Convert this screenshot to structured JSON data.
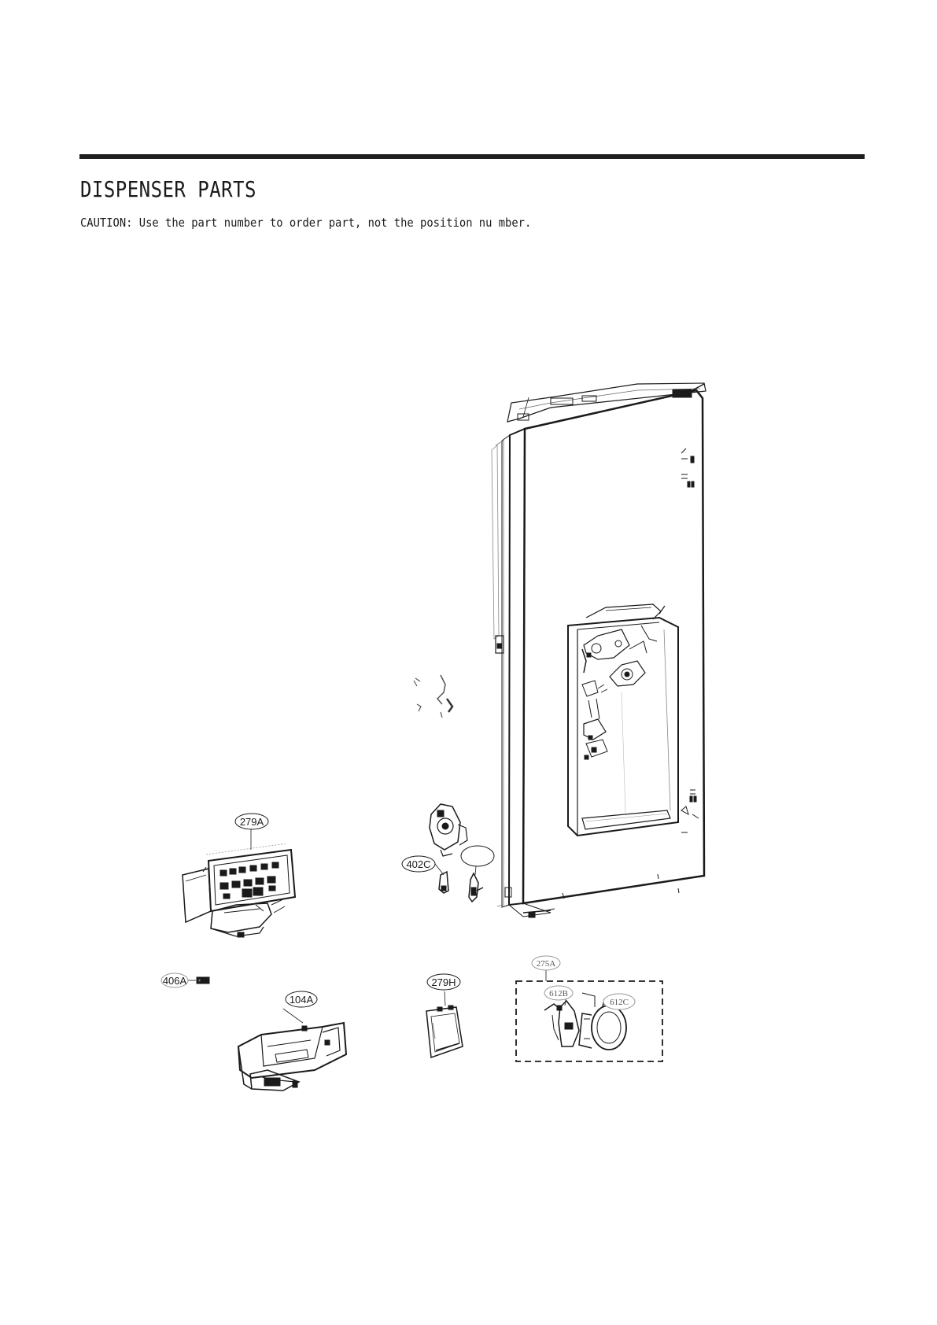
{
  "header": {
    "title": "DISPENSER PARTS",
    "caution": "CAUTION: Use the part number to order part, not the position nu mber."
  },
  "callouts": {
    "c279A": "279A",
    "c402C": "402C",
    "c402blank": "",
    "c406A": "406A",
    "c104A": "104A",
    "c279H": "279H",
    "c275A": "275A",
    "c612B": "612B",
    "c612C": "612C"
  }
}
